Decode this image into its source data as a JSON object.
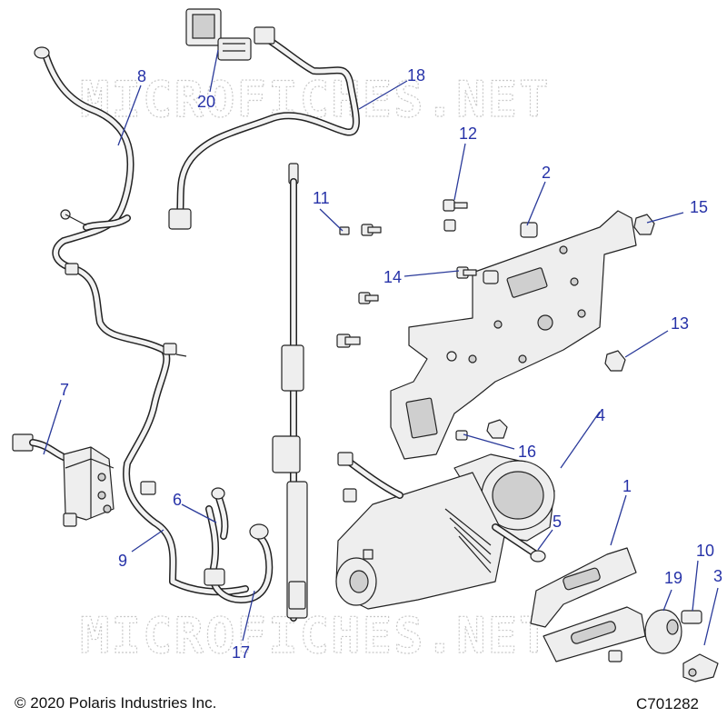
{
  "watermark": "MICROFICHES.NET",
  "copyright": "© 2020 Polaris Industries Inc.",
  "drawing_number": "C701282",
  "callouts": [
    "1",
    "2",
    "3",
    "5",
    "4",
    "6",
    "7",
    "8",
    "9",
    "10",
    "11",
    "12",
    "13",
    "14",
    "15",
    "16",
    "17",
    "18",
    "19",
    "20"
  ],
  "colors": {
    "callout": "#2632a8",
    "line": "#222222",
    "watermark": "#c8c8c8"
  }
}
